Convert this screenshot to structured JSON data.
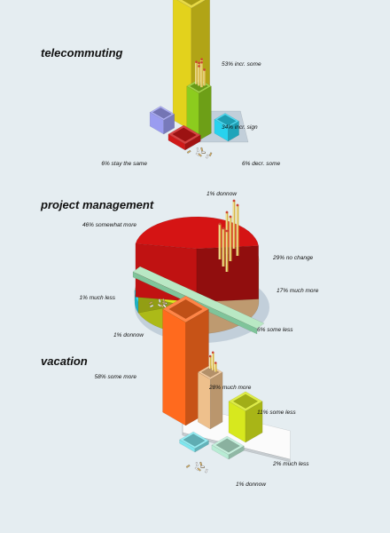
{
  "chart_data": [
    {
      "type": "bar",
      "title": "telecommuting",
      "categories": [
        "incr. some",
        "incr. sign",
        "stay the same",
        "decr. some",
        "donnow"
      ],
      "values": [
        53,
        34,
        6,
        6,
        1
      ],
      "labels": [
        "53% incr. some",
        "34% incr. sign",
        "6% stay the same",
        "6% decr. some",
        "1% donnow"
      ],
      "colors": [
        "#e3d21c",
        "#8ccc1e",
        "#9a9cf0",
        "#28d2ee",
        "#d01818"
      ]
    },
    {
      "type": "pie",
      "title": "project management",
      "categories": [
        "somewhat more",
        "no change",
        "much more",
        "some less",
        "donnow",
        "much less"
      ],
      "values": [
        46,
        29,
        17,
        6,
        1,
        1
      ],
      "labels": [
        "46% somewhat more",
        "29% no change",
        "17% much more",
        "6% some less",
        "1% donnow",
        "1% much less"
      ],
      "colors": [
        "#d51414",
        "#eec08c",
        "#d7e81e",
        "#27def2",
        "#a8d8b0",
        "#f1d6ee"
      ]
    },
    {
      "type": "bar",
      "title": "vacation",
      "categories": [
        "some more",
        "much more",
        "some less",
        "much less",
        "donnow"
      ],
      "values": [
        58,
        28,
        11,
        2,
        1
      ],
      "labels": [
        "58% some more",
        "28% much more",
        "11% some less",
        "2% much less",
        "1% donnow"
      ],
      "colors": [
        "#ff6a1e",
        "#eec08c",
        "#d7e81e",
        "#b8ecd4",
        "#7ee6ee"
      ]
    }
  ]
}
